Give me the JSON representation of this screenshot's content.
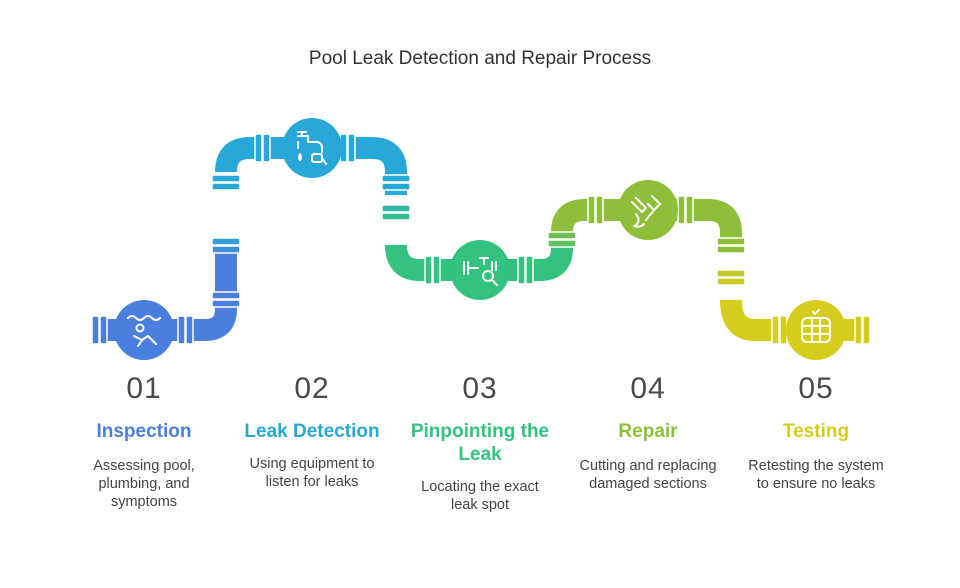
{
  "title": "Pool Leak Detection and Repair Process",
  "colors": {
    "step1": "#4a7fe0",
    "step2": "#28a8d8",
    "step3": "#33c27f",
    "step4": "#8fbf3a",
    "step5": "#d6cc1e"
  },
  "steps": [
    {
      "number": "01",
      "label": "Inspection",
      "description": "Assessing pool, plumbing, and symptoms",
      "icon": "swimmer-icon"
    },
    {
      "number": "02",
      "label": "Leak Detection",
      "description": "Using equipment to listen for leaks",
      "icon": "faucet-drip-icon"
    },
    {
      "number": "03",
      "label": "Pinpointing the Leak",
      "description": "Locating the exact leak spot",
      "icon": "pipe-magnifier-icon"
    },
    {
      "number": "04",
      "label": "Repair",
      "description": "Cutting and replacing damaged sections",
      "icon": "plumbing-tools-icon"
    },
    {
      "number": "05",
      "label": "Testing",
      "description": "Retesting the system to ensure no leaks",
      "icon": "barrel-check-icon"
    }
  ]
}
